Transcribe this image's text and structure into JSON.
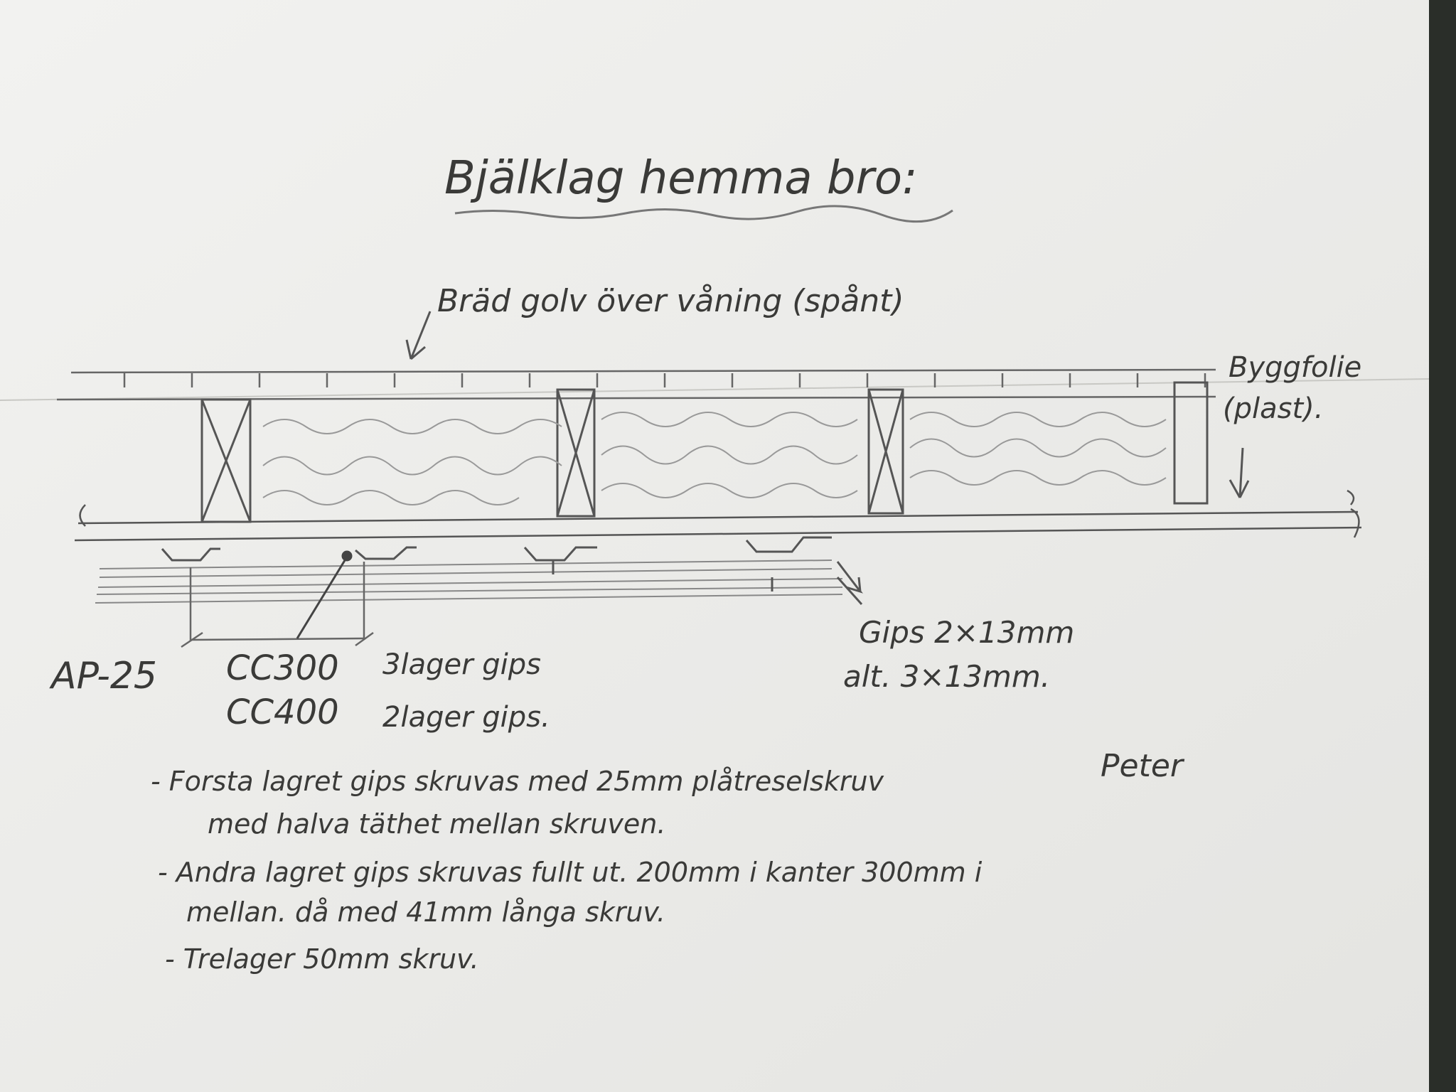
{
  "title": "Bjälklag hemma bro:",
  "labels": {
    "floor": "Bräd golv över våning (spånt)",
    "foil_line1": "Byggfolie",
    "foil_line2": "(plast).",
    "gips_line1": "Gips 2×13mm",
    "gips_line2": "alt. 3×13mm.",
    "profile": "AP-25",
    "cc300": "CC300",
    "cc300_desc": "3lager gips",
    "cc400": "CC400",
    "cc400_desc": "2lager gips."
  },
  "notes": [
    {
      "line1": "- Forsta lagret gips skruvas med  25mm plåtreselskruv",
      "line2": "med halva täthet mellan skruven."
    },
    {
      "line1": "- Andra lagret gips skruvas fullt ut. 200mm i kanter 300mm i",
      "line2": "mellan. då med 41mm långa skruv."
    },
    {
      "line1": "- Trelager 50mm skruv.",
      "line2": ""
    }
  ],
  "signature": "Peter",
  "colors": {
    "paper": "#ececea",
    "pencil": "#5a5a56",
    "background": "#2a2e29"
  }
}
